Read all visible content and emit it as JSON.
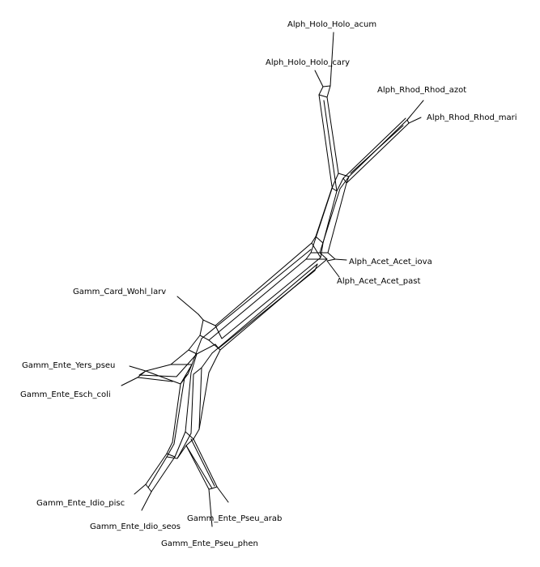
{
  "diagram": {
    "type": "split-network",
    "taxa": [
      {
        "id": "holo-acum",
        "label": "Alph_Holo_Holo_acum"
      },
      {
        "id": "holo-cary",
        "label": "Alph_Holo_Holo_cary"
      },
      {
        "id": "rhod-azot",
        "label": "Alph_Rhod_Rhod_azot"
      },
      {
        "id": "rhod-mari",
        "label": "Alph_Rhod_Rhod_mari"
      },
      {
        "id": "acet-iova",
        "label": "Alph_Acet_Acet_iova"
      },
      {
        "id": "acet-past",
        "label": "Alph_Acet_Acet_past"
      },
      {
        "id": "wohl-larv",
        "label": "Gamm_Card_Wohl_larv"
      },
      {
        "id": "yers-pseu",
        "label": "Gamm_Ente_Yers_pseu"
      },
      {
        "id": "esch-coli",
        "label": "Gamm_Ente_Esch_coli"
      },
      {
        "id": "idio-pisc",
        "label": "Gamm_Ente_Idio_pisc"
      },
      {
        "id": "idio-seos",
        "label": "Gamm_Ente_Idio_seos"
      },
      {
        "id": "pseu-arab",
        "label": "Gamm_Ente_Pseu_arab"
      },
      {
        "id": "pseu-phen",
        "label": "Gamm_Ente_Pseu_phen"
      }
    ]
  }
}
